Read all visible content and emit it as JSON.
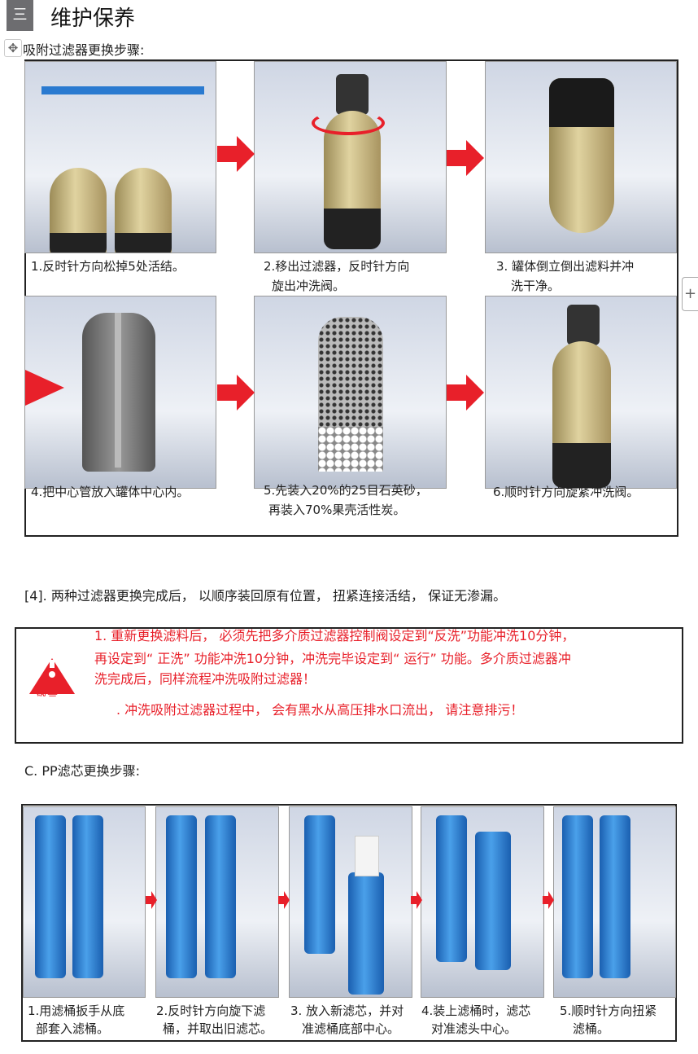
{
  "header": {
    "menu_icon": "三",
    "title": "维护保养"
  },
  "section_a": {
    "title": "吸附过滤器更换步骤:",
    "steps": [
      {
        "line1": "1.反时针方向松掉5处活结。",
        "line2": ""
      },
      {
        "line1": "2.移出过滤器，反时针方向",
        "line2": "旋出冲洗阀。"
      },
      {
        "line1": "3. 罐体倒立倒出滤料并冲",
        "line2": "洗干净。"
      },
      {
        "line1": "4.把中心管放入罐体中心内。",
        "line2": ""
      },
      {
        "line1": "5.先装入20%的25目石英砂，",
        "line2": "再装入70%果壳活性炭。"
      },
      {
        "line1": "6.顺时针方向旋紧冲洗阀。",
        "line2": ""
      }
    ]
  },
  "note4": "[4]. 两种过滤器更换完成后， 以顺序装回原有位置， 扭紧连接活结， 保证无渗漏。",
  "warning": {
    "icon_label": "敬告",
    "line1": "1. 重新更换滤料后， 必须先把多介质过滤器控制阀设定到“反洗”功能冲洗10分钟，",
    "line2": "再设定到“ 正洗” 功能冲洗10分钟，冲洗完毕设定到“ 运行” 功能。多介质过滤器冲",
    "line3": "洗完成后，同样流程冲洗吸附过滤器！",
    "line4": ".  冲洗吸附过滤器过程中， 会有黑水从高压排水口流出， 请注意排污！"
  },
  "section_c": {
    "title": "C.  PP滤芯更换步骤:",
    "steps": [
      {
        "line1": "1.用滤桶扳手从底",
        "line2": "部套入滤桶。"
      },
      {
        "line1": "2.反时针方向旋下滤",
        "line2": "桶，并取出旧滤芯。"
      },
      {
        "line1": "3. 放入新滤芯，并对",
        "line2": "准滤桶底部中心。"
      },
      {
        "line1": "4.装上滤桶时，滤芯",
        "line2": "对准滤头中心。"
      },
      {
        "line1": "5.顺时针方向扭紧",
        "line2": "滤桶。"
      }
    ]
  },
  "side_tab": "+",
  "colors": {
    "accent_red": "#e8202a",
    "header_gray": "#6d6d70"
  }
}
